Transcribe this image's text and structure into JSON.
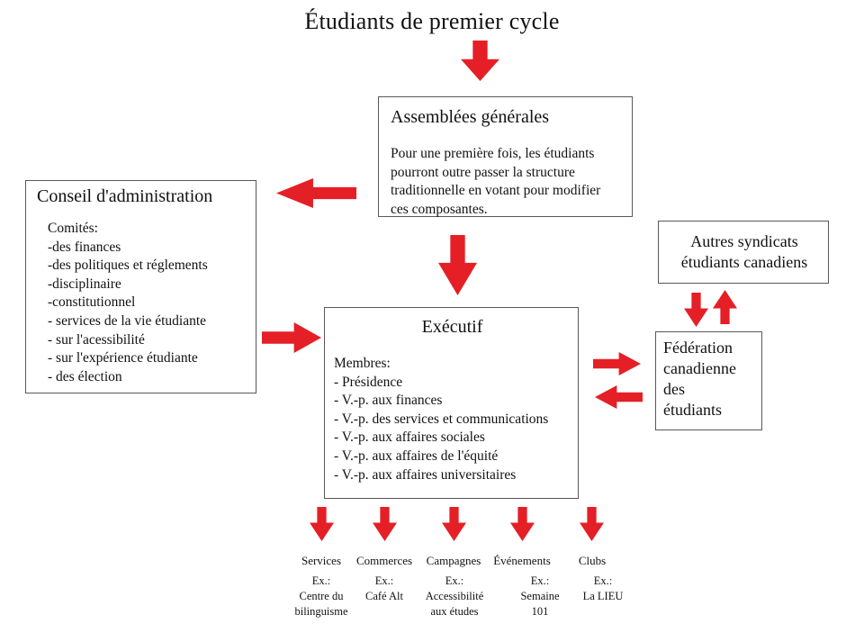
{
  "title": "Étudiants de premier cycle",
  "accent_color": "#e51f26",
  "box_border_color": "#58585a",
  "boxes": {
    "assemblees": {
      "title": "Assemblées générales",
      "body": [
        "Pour une première fois, les étudiants",
        " pourront  outre passer la structure",
        "traditionnelle en votant pour modifier",
        "ces composantes."
      ]
    },
    "conseil": {
      "title": "Conseil d'administration",
      "body": [
        "Comités:",
        "-des finances",
        "-des politiques et réglements",
        "-disciplinaire",
        "-constitutionnel",
        "- services de la vie étudiante",
        "- sur l'acessibilité",
        "- sur l'expérience étudiante",
        "- des élection"
      ]
    },
    "executif": {
      "title": "Exécutif",
      "body": [
        "Membres:",
        "- Présidence",
        "- V.-p. aux finances",
        "- V.-p. des services et communications",
        "- V.-p. aux affaires sociales",
        "- V.-p. aux affaires de l'équité",
        "- V.-p. aux affaires universitaires"
      ]
    },
    "autres_syndicats": {
      "lines": [
        "Autres syndicats",
        "étudiants canadiens"
      ]
    },
    "federation": {
      "lines": [
        "Fédération",
        "canadienne",
        "des",
        "étudiants"
      ]
    }
  },
  "services": [
    {
      "label": "Services",
      "example": [
        "Ex.:",
        "Centre du",
        "bilinguisme"
      ]
    },
    {
      "label": "Commerces",
      "example": [
        "Ex.:",
        "Café Alt"
      ]
    },
    {
      "label": "Campagnes",
      "example": [
        "Ex.:",
        "Accessibilité",
        "aux études"
      ]
    },
    {
      "label": "Événements",
      "example": [
        "Ex.:",
        "Semaine",
        "101"
      ]
    },
    {
      "label": "Clubs",
      "example": [
        "Ex.:",
        "La LIEU"
      ]
    }
  ],
  "arrows": {
    "students_to_assemblies": "arrow-down-icon",
    "assemblies_to_conseil": "arrow-left-icon",
    "assemblies_to_executif": "arrow-down-icon",
    "conseil_to_executif": "arrow-right-icon",
    "executif_to_federation": "arrow-right-icon",
    "federation_to_executif": "arrow-left-icon",
    "syndicats_to_federation": "arrow-down-icon",
    "federation_to_syndicats": "arrow-up-icon"
  }
}
